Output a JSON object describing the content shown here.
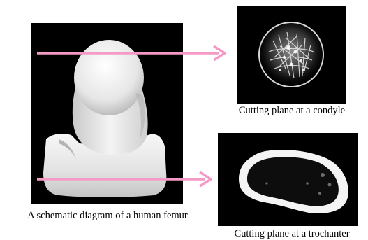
{
  "captions": {
    "femur": "A schematic diagram of a human femur",
    "condyle": "Cutting plane at a condyle",
    "trochanter": "Cutting plane at a trochanter"
  },
  "colors": {
    "arrow": "#f59ac6",
    "panel_background": "#000000",
    "bone": "#f2f2f2"
  },
  "arrows": [
    {
      "from": "femur-upper-plane",
      "to": "condyle-cross-section"
    },
    {
      "from": "femur-lower-plane",
      "to": "trochanter-cross-section"
    }
  ]
}
